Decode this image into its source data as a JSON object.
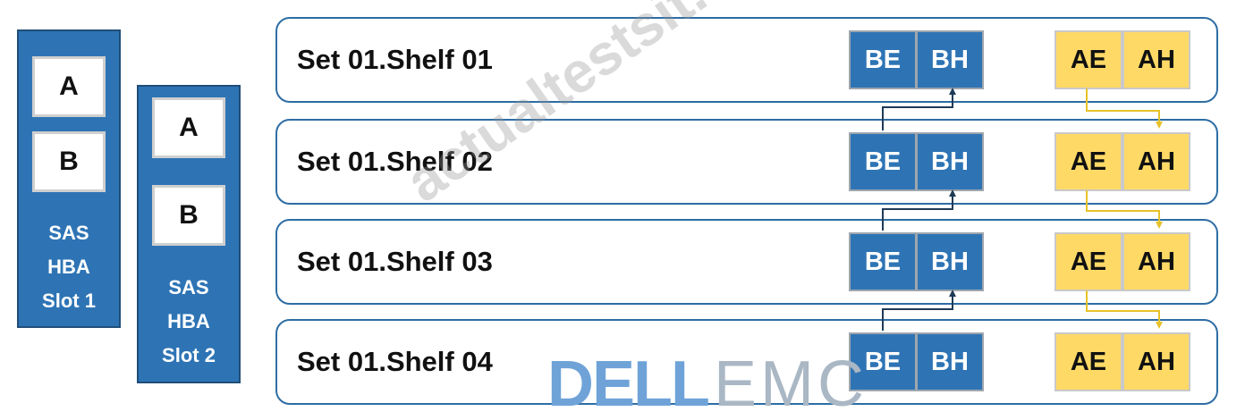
{
  "hbas": [
    {
      "ports": [
        "A",
        "B"
      ],
      "label_lines": [
        "SAS",
        "HBA",
        "Slot 1"
      ]
    },
    {
      "ports": [
        "A",
        "B"
      ],
      "label_lines": [
        "SAS",
        "HBA",
        "Slot 2"
      ]
    }
  ],
  "shelves": [
    {
      "name": "Set 01.Shelf 01",
      "blue_ports": [
        "BE",
        "BH"
      ],
      "yellow_ports": [
        "AE",
        "AH"
      ]
    },
    {
      "name": "Set 01.Shelf 02",
      "blue_ports": [
        "BE",
        "BH"
      ],
      "yellow_ports": [
        "AE",
        "AH"
      ]
    },
    {
      "name": "Set 01.Shelf 03",
      "blue_ports": [
        "BE",
        "BH"
      ],
      "yellow_ports": [
        "AE",
        "AH"
      ]
    },
    {
      "name": "Set 01.Shelf 04",
      "blue_ports": [
        "BE",
        "BH"
      ],
      "yellow_ports": [
        "AE",
        "AH"
      ]
    }
  ],
  "colors": {
    "blue_port": "#2e74b5",
    "yellow_port": "#ffd966",
    "blue_link": "#1f3b57",
    "yellow_link": "#e6c229"
  },
  "logo": {
    "dell": "DELL",
    "emc": "EMC"
  },
  "watermark": "actualtestsit.com"
}
